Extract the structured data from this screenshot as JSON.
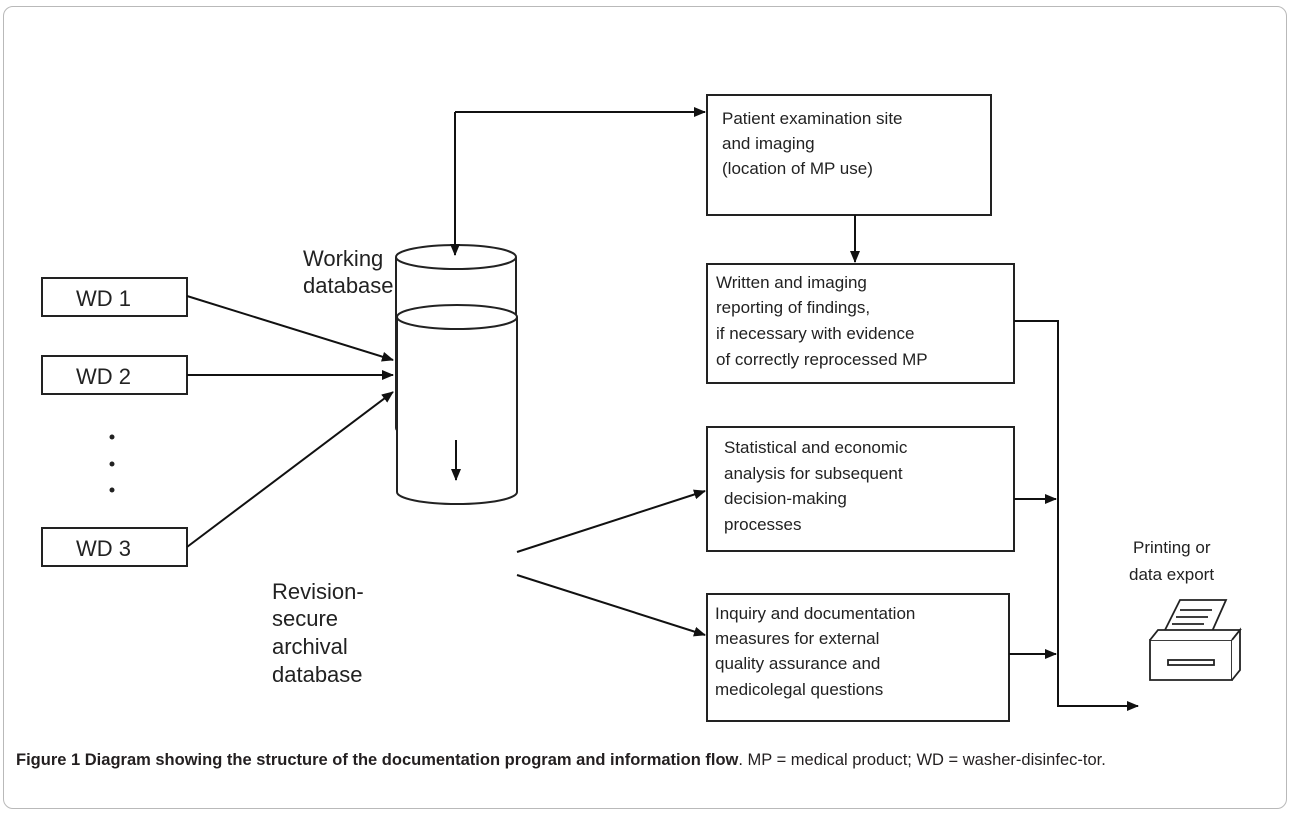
{
  "nodes": {
    "wd1": "WD 1",
    "wd2": "WD 2",
    "wd3": "WD 3",
    "working_db_line1": "Working",
    "working_db_line2": "database",
    "archival_line1": "Revision-",
    "archival_line2": "secure",
    "archival_line3": "archival",
    "archival_line4": "database",
    "exam_line1": "Patient examination site",
    "exam_line2": "and imaging",
    "exam_line3": "(location of MP use)",
    "report_line1": "Written and imaging",
    "report_line2": "reporting of findings,",
    "report_line3": "if necessary with evidence",
    "report_line4": "of correctly reprocessed MP",
    "stats_line1": "Statistical and economic",
    "stats_line2": "analysis for subsequent",
    "stats_line3": "decision-making",
    "stats_line4": "processes",
    "inquiry_line1": "Inquiry and documentation",
    "inquiry_line2": "measures for external",
    "inquiry_line3": "quality assurance and",
    "inquiry_line4": "medicolegal questions",
    "printing_line1": "Printing or",
    "printing_line2": "data export"
  },
  "caption": {
    "label": "Figure 1 Diagram showing the structure of the documentation program and information flow",
    "text": ". MP = medical product; WD = washer-disinfec-tor."
  },
  "icons": {
    "printer": "printer-icon"
  }
}
